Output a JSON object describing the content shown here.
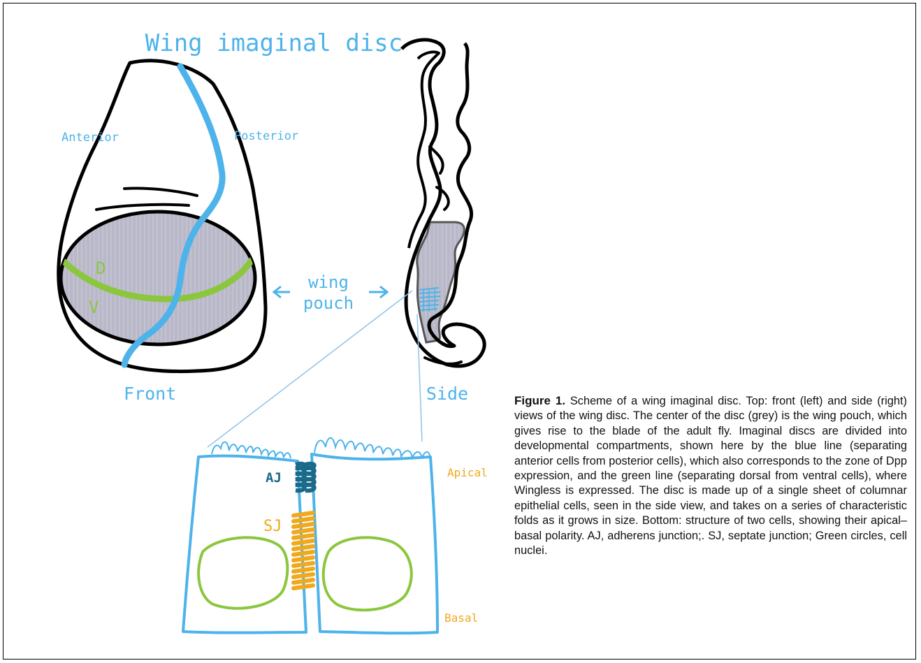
{
  "title": "Wing imaginal disc",
  "front_view": {
    "anterior_label": "Anterior",
    "posterior_label": "Posterior",
    "dorsal_label": "D",
    "ventral_label": "V",
    "view_label": "Front"
  },
  "side_view": {
    "view_label": "Side"
  },
  "pouch_label": {
    "line1": "wing",
    "line2": "pouch"
  },
  "cells": {
    "aj_label": "AJ",
    "sj_label": "SJ",
    "apical_label": "Apical",
    "basal_label": "Basal"
  },
  "caption": {
    "figure_label": "Figure 1.",
    "text": " Scheme of a wing imaginal disc. Top: front (left) and side (right) views of the wing disc. The center of the disc (grey) is the wing pouch, which gives rise to the blade of the adult fly. Imaginal discs are divided into developmental compartments, shown here by the blue line (separating anterior cells from posterior cells), which also corresponds to the zone of Dpp expression, and the green line (separating dorsal from ventral cells), where Wingless is expressed. The disc is made up of a single sheet of columnar epithelial cells, seen in the side view, and takes on a series of characteristic folds as it grows in size. Bottom: structure of two cells, showing their apical–basal polarity. AJ, adherens junction;. SJ, septate junction; Green circles, cell nuclei."
  },
  "colors": {
    "outline": "#000000",
    "compartment_line_blue": "#4db3ea",
    "dv_line_green": "#8cc63e",
    "pouch_grey": "#b9b8c9",
    "adherens_junction": "#1b6a8a",
    "septate_junction": "#f0a81c",
    "apical_basal_label": "#f0a81c"
  }
}
